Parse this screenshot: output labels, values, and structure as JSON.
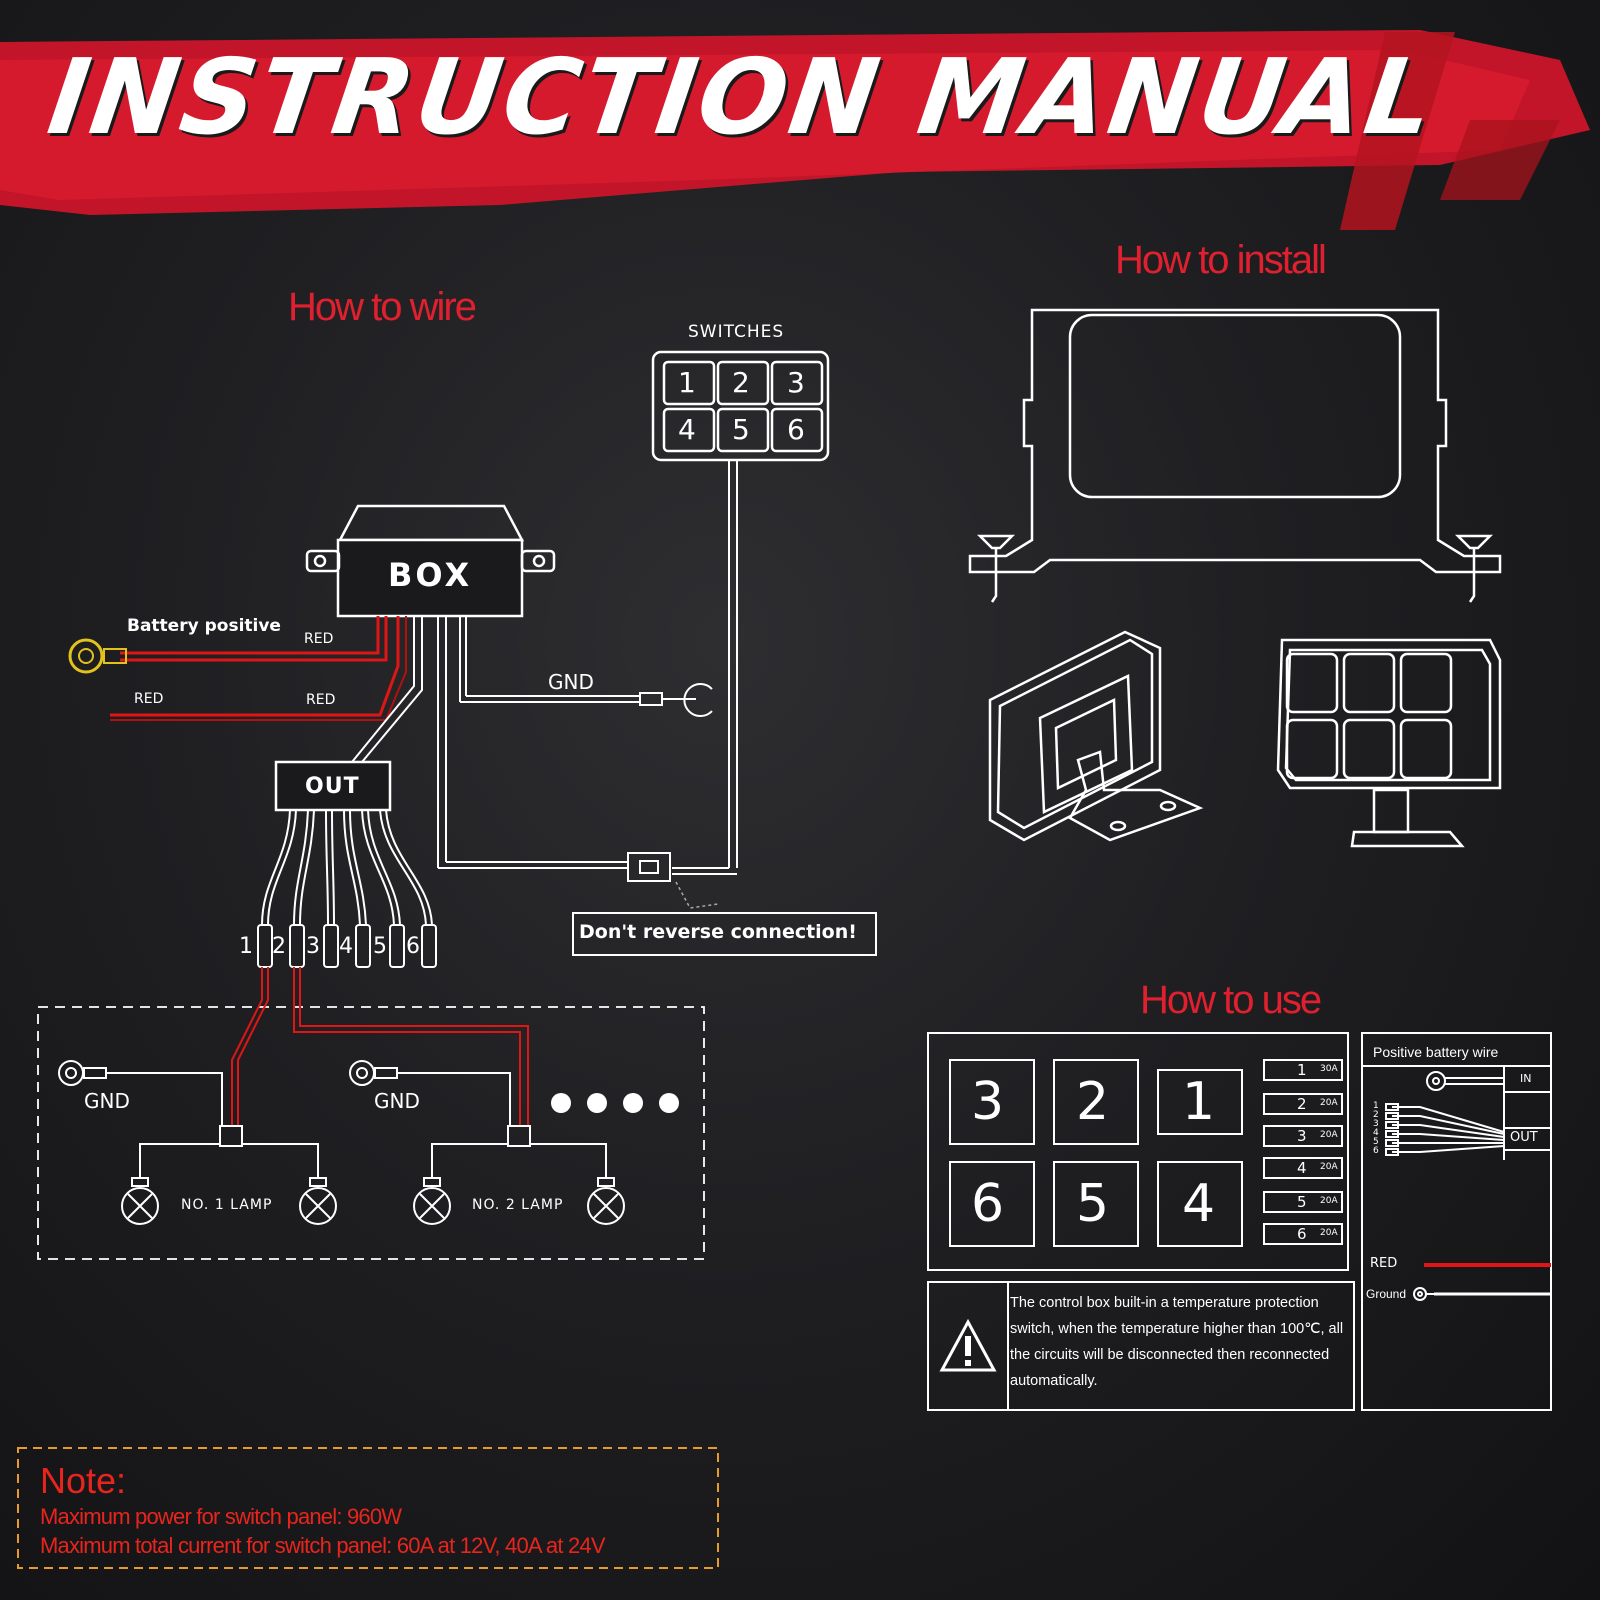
{
  "title": "INSTRUCTION MANUAL",
  "sections": {
    "wire": "How to wire",
    "install": "How to install",
    "use": "How to use"
  },
  "wiring": {
    "switches_label": "SWITCHES",
    "switch_numbers": [
      "1",
      "2",
      "3",
      "4",
      "5",
      "6"
    ],
    "box_label": "BOX",
    "battery_positive": "Battery positive",
    "red_1": "RED",
    "red_2": "RED",
    "red_3": "RED",
    "gnd": "GND",
    "out_label": "OUT",
    "out_numbers": [
      "1",
      "2",
      "3",
      "4",
      "5",
      "6"
    ],
    "warning": "Don't reverse connection!",
    "lamp_gnd_1": "GND",
    "lamp_gnd_2": "GND",
    "lamp_1": "NO. 1  LAMP",
    "lamp_2": "NO. 2  LAMP"
  },
  "use": {
    "keys_top": [
      "3",
      "2",
      "1"
    ],
    "keys_bottom": [
      "6",
      "5",
      "4"
    ],
    "fuses": [
      {
        "n": "1",
        "amp": "30A"
      },
      {
        "n": "2",
        "amp": "20A"
      },
      {
        "n": "3",
        "amp": "20A"
      },
      {
        "n": "4",
        "amp": "20A"
      },
      {
        "n": "5",
        "amp": "20A"
      },
      {
        "n": "6",
        "amp": "20A"
      }
    ],
    "warning_text": "The control box built-in a temperature protection switch, when the temperature higher than 100℃, all the circuits will be disconnected then reconnected automatically.",
    "legend": {
      "positive_wire": "Positive battery wire",
      "in": "IN",
      "out": "OUT",
      "numbers": [
        "1",
        "2",
        "3",
        "4",
        "5",
        "6"
      ],
      "red": "RED",
      "ground": "Ground"
    }
  },
  "note": {
    "heading": "Note:",
    "line1": "Maximum power for switch panel: 960W",
    "line2": "Maximum total current for switch panel: 60A at 12V, 40A at 24V"
  },
  "colors": {
    "accent_red": "#d8192b",
    "wire_red": "#e01515",
    "note_orange": "#e89a2a",
    "ring_yellow": "#e2c21b"
  }
}
